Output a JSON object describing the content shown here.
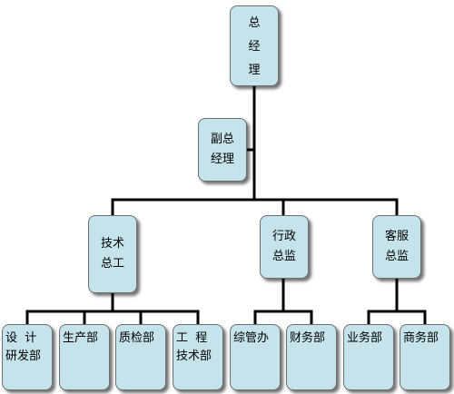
{
  "colors": {
    "box_fill": "#c5e3ea",
    "box_border": "#6e6e6e",
    "connector": "#000000"
  },
  "nodes": {
    "gm": [
      "总",
      "经",
      "理"
    ],
    "dgm": [
      "副总",
      "经理"
    ],
    "tech": [
      "技术",
      "总工"
    ],
    "admin": [
      "行政",
      "总监"
    ],
    "cs": [
      "客服",
      "总监"
    ],
    "design": [
      "设  计",
      "研发部"
    ],
    "production": [
      "生产部"
    ],
    "qc": [
      "质检部"
    ],
    "engineering": [
      "工  程",
      "技术部"
    ],
    "general_office": [
      "综管办"
    ],
    "finance": [
      "财务部"
    ],
    "business": [
      "业务部"
    ],
    "commerce": [
      "商务部"
    ]
  }
}
